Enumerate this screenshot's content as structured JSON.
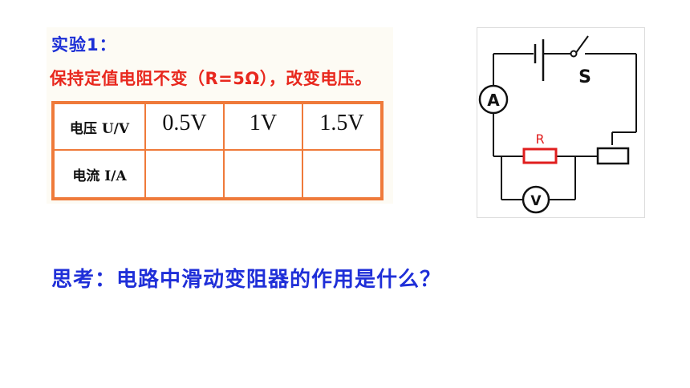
{
  "experiment": {
    "title": "实验1：",
    "description": "保持定值电阻不变（R=5Ω），改变电压。"
  },
  "table": {
    "row_voltage_label": "电压 U/V",
    "row_current_label": "电流 I/A",
    "voltages": [
      "0.5V",
      "1V",
      "1.5V"
    ],
    "currents": [
      "",
      "",
      ""
    ]
  },
  "circuit": {
    "ammeter_label": "A",
    "voltmeter_label": "V",
    "switch_label": "S",
    "resistor_label": "R"
  },
  "question": "思考：电路中滑动变阻器的作用是什么？",
  "colors": {
    "title_blue": "#1c2fd6",
    "desc_red": "#e8281e",
    "table_border": "#ef7a3a",
    "resistor_red": "#e01e1e",
    "question_blue": "#1f2fd8"
  }
}
